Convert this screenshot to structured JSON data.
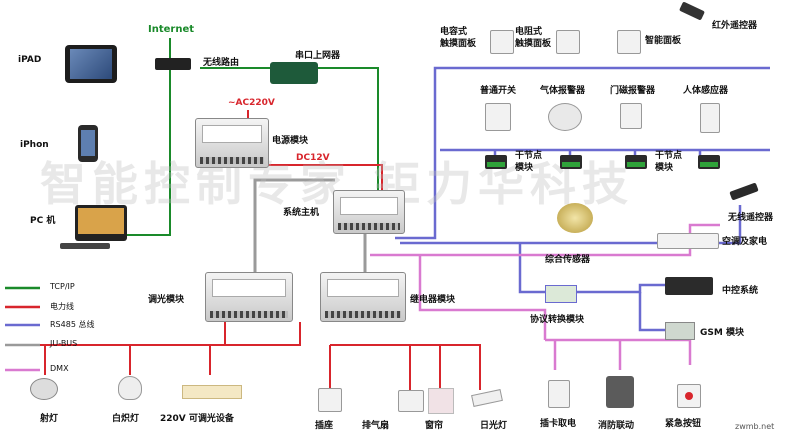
{
  "watermark": "智能控制专家  钜力华科技",
  "site": "zwmb.net",
  "left_devices": {
    "ipad": "iPAD",
    "iphone": "iPhon",
    "pc": "PC 机"
  },
  "network": {
    "internet": "Internet",
    "router": "无线路由",
    "serial_gateway": "串口上网器"
  },
  "power": {
    "ac": "~AC220V",
    "power_module": "电源模块",
    "dc": "DC12V"
  },
  "host": "系统主机",
  "panels": {
    "capacitive": "电容式\n触摸面板",
    "resistive": "电阻式\n触摸面板",
    "smart": "智能面板",
    "ir": "红外遥控器"
  },
  "sensors": {
    "switch": "普通开关",
    "gas": "气体报警器",
    "door": "门磁报警器",
    "body": "人体感应器"
  },
  "dry_contact": [
    "干节点\n模块",
    "干节点\n模块"
  ],
  "right_side": {
    "wireless_remote": "无线遥控器",
    "ac_appliance": "空调及家电",
    "combined_sensor": "综合传感器",
    "central_control": "中控系统",
    "gsm": "GSM 模块",
    "protocol": "协议转换模块"
  },
  "modules": {
    "dimmer": "调光模块",
    "relay": "继电器模块"
  },
  "legend": [
    {
      "label": "TCP/IP",
      "color": "#1a8a2a"
    },
    {
      "label": "电力线",
      "color": "#d8252c"
    },
    {
      "label": "RS485 总线",
      "color": "#6a6ad0"
    },
    {
      "label": "JU-BUS",
      "color": "#9a9a9a"
    },
    {
      "label": "DMX",
      "color": "#d97ad0"
    }
  ],
  "loads": {
    "spot": "射灯",
    "incandescent": "白炽灯",
    "dimmable": "220V 可调光设备",
    "socket": "插座",
    "fan": "排气扇",
    "curtain": "窗帘",
    "fluorescent": "日光灯",
    "card": "插卡取电",
    "fire": "消防联动",
    "emergency": "紧急按钮"
  }
}
